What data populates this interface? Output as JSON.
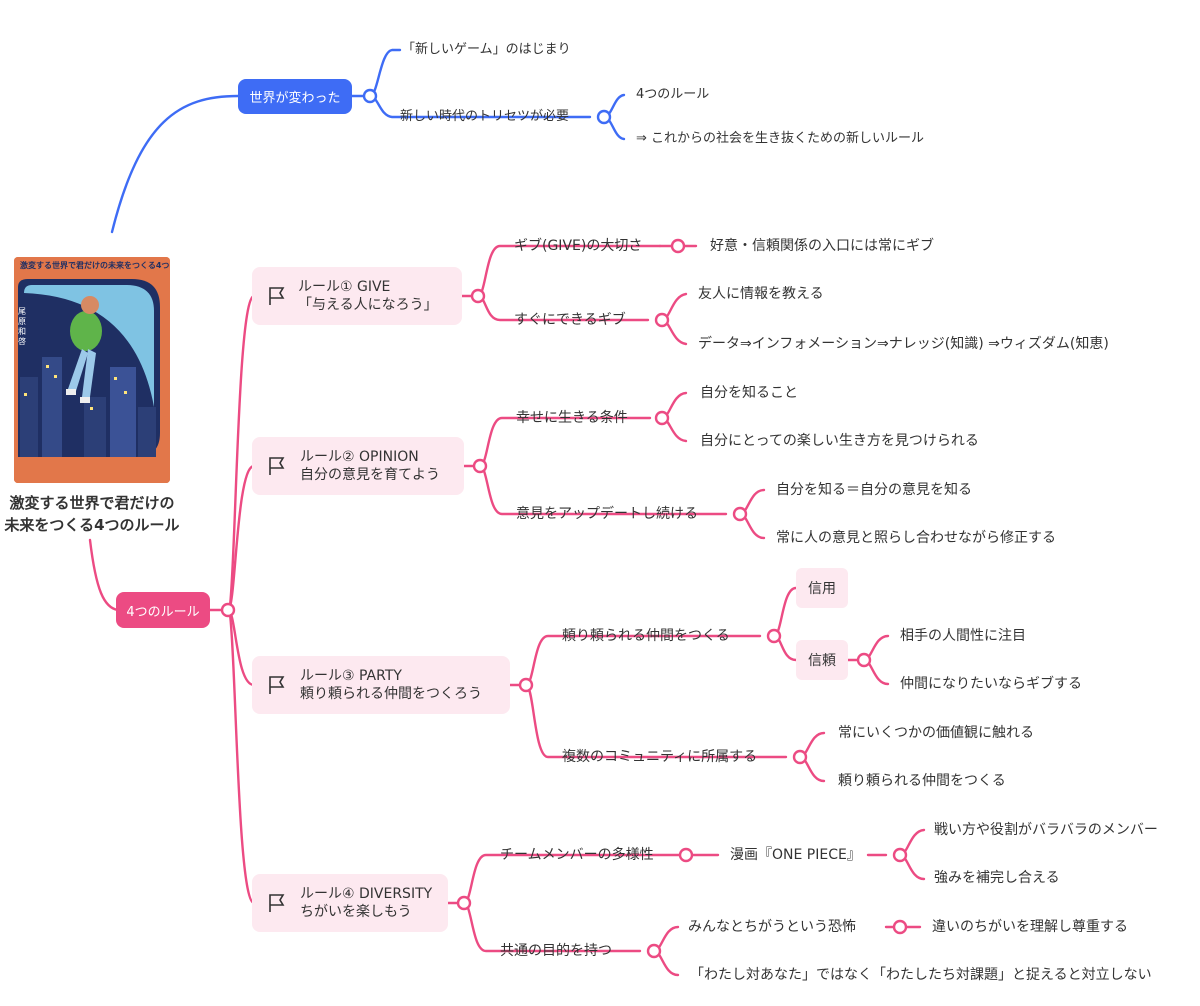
{
  "book": {
    "cover_title": "激変する世界で君だけの未来をつくる4つのルール",
    "cover_author": "尾原和啓",
    "title_line1": "激変する世界で君だけの",
    "title_line2": "未来をつくる4つのルール"
  },
  "colors": {
    "blue": "#3e6cf5",
    "pink": "#ec4b83",
    "pink_bg": "#fde9f0"
  },
  "branch1": {
    "label": "世界が変わった",
    "children": [
      "「新しいゲーム」のはじまり",
      "新しい時代のトリセツが必要"
    ],
    "grandchildren": [
      "4つのルール",
      "⇒ これからの社会を生き抜くための新しいルール"
    ]
  },
  "branch2": {
    "label": "4つのルール",
    "rule1": {
      "line1": "ルール① GIVE",
      "line2": "「与える人になろう」",
      "a": "ギブ(GIVE)の大切さ",
      "a1": "好意・信頼関係の入口には常にギブ",
      "b": "すぐにできるギブ",
      "b1": "友人に情報を教える",
      "b2": "データ⇒インフォメーション⇒ナレッジ(知識) ⇒ウィズダム(知恵)"
    },
    "rule2": {
      "line1": "ルール② OPINION",
      "line2": "自分の意見を育てよう",
      "a": "幸せに生きる条件",
      "a1": "自分を知ること",
      "a2": "自分にとっての楽しい生き方を見つけられる",
      "b": "意見をアップデートし続ける",
      "b1": "自分を知る＝自分の意見を知る",
      "b2": "常に人の意見と照らし合わせながら修正する"
    },
    "rule3": {
      "line1": "ルール③ PARTY",
      "line2": "頼り頼られる仲間をつくろう",
      "a": "頼り頼られる仲間をつくる",
      "a1": "信用",
      "a2": "信頼",
      "a2_1": "相手の人間性に注目",
      "a2_2": "仲間になりたいならギブする",
      "b": "複数のコミュニティに所属する",
      "b1": "常にいくつかの価値観に触れる",
      "b2": "頼り頼られる仲間をつくる"
    },
    "rule4": {
      "line1": "ルール④ DIVERSITY",
      "line2": "ちがいを楽しもう",
      "a": "チームメンバーの多様性",
      "a1": "漫画『ONE PIECE』",
      "a1_1": "戦い方や役割がバラバラのメンバー",
      "a1_2": "強みを補完し合える",
      "b": "共通の目的を持つ",
      "b1": "みんなとちがうという恐怖",
      "b1_1": "違いのちがいを理解し尊重する",
      "b2": "「わたし対あなた」ではなく「わたしたち対課題」と捉えると対立しない"
    }
  }
}
